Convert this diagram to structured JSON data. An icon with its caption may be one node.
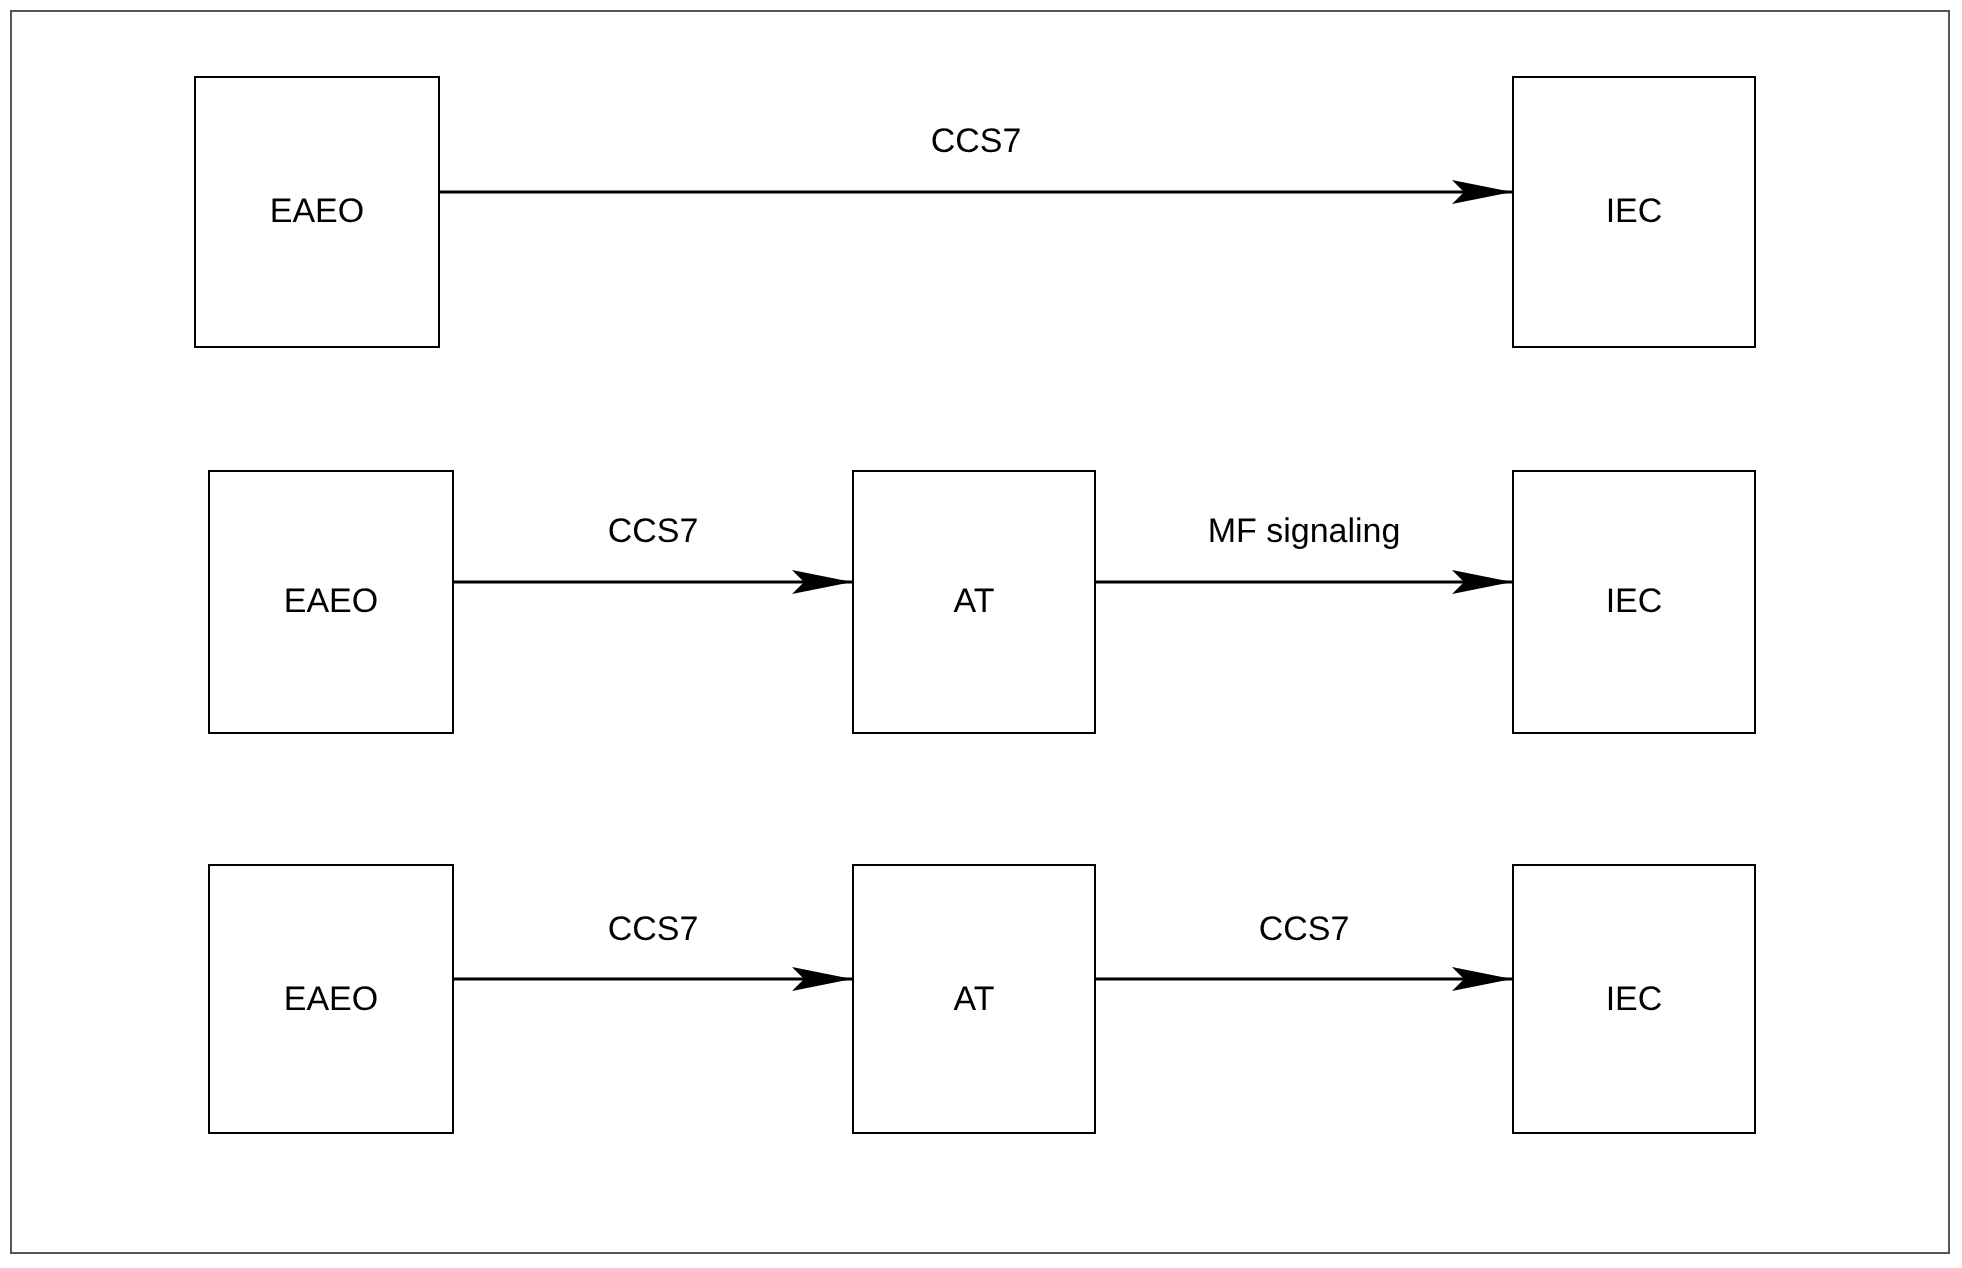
{
  "diagram": {
    "nodes": [
      {
        "text": [
          "EAEO"
        ]
      },
      {
        "text": [
          "IEC"
        ]
      },
      {
        "text": [
          "EAEO"
        ]
      },
      {
        "text": [
          "AT"
        ]
      },
      {
        "text": [
          "IEC"
        ]
      },
      {
        "text": [
          "EAEO"
        ]
      },
      {
        "text": [
          "AT"
        ]
      },
      {
        "text": [
          "IEC"
        ]
      }
    ],
    "edges": [
      {
        "from": 0,
        "to": 1,
        "arrow": "to",
        "label": "CCS7"
      },
      {
        "from": 2,
        "to": 3,
        "arrow": "to",
        "label": "CCS7"
      },
      {
        "from": 3,
        "to": 4,
        "arrow": "to",
        "label": "MF signaling"
      },
      {
        "from": 5,
        "to": 6,
        "arrow": "to",
        "label": "CCS7"
      },
      {
        "from": 6,
        "to": 7,
        "arrow": "to",
        "label": "CCS7"
      }
    ]
  }
}
